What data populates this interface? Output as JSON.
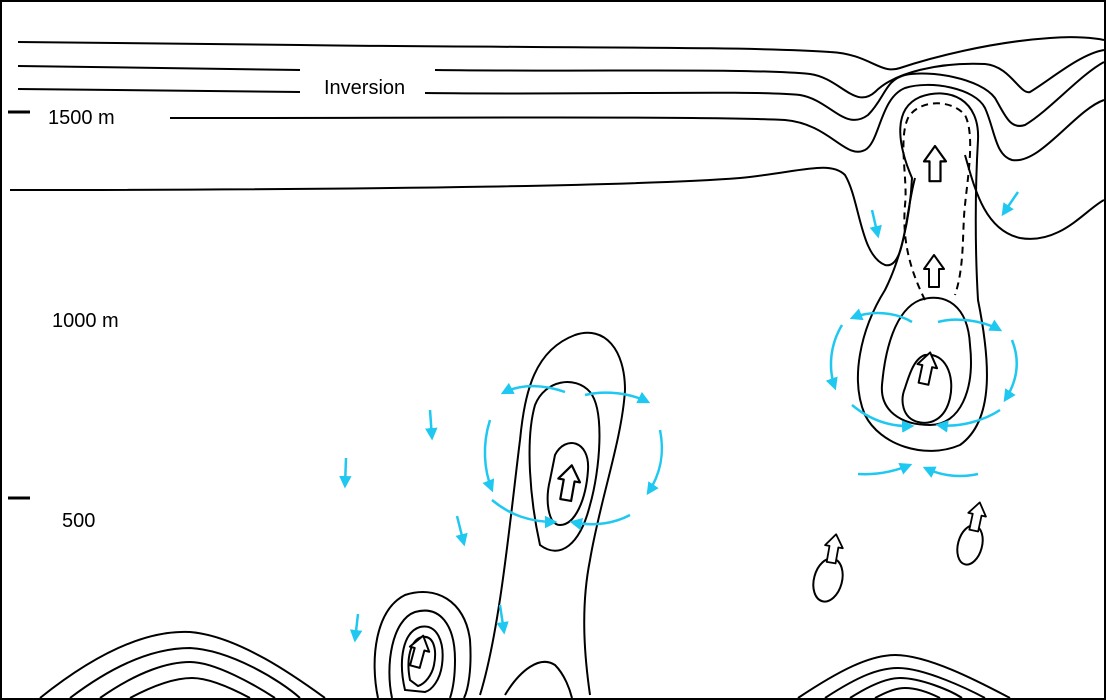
{
  "labels": {
    "inversion": "Inversion",
    "height_1500": "1500 m",
    "height_1000": "1000 m",
    "height_500": "500"
  },
  "colors": {
    "contour": "#000000",
    "airflow_arrow": "#1ec8f0",
    "background": "#ffffff"
  },
  "legend_icons": [
    "updraft-arrow-icon",
    "downdraft-arrow-icon",
    "circulation-arrow-icon"
  ]
}
